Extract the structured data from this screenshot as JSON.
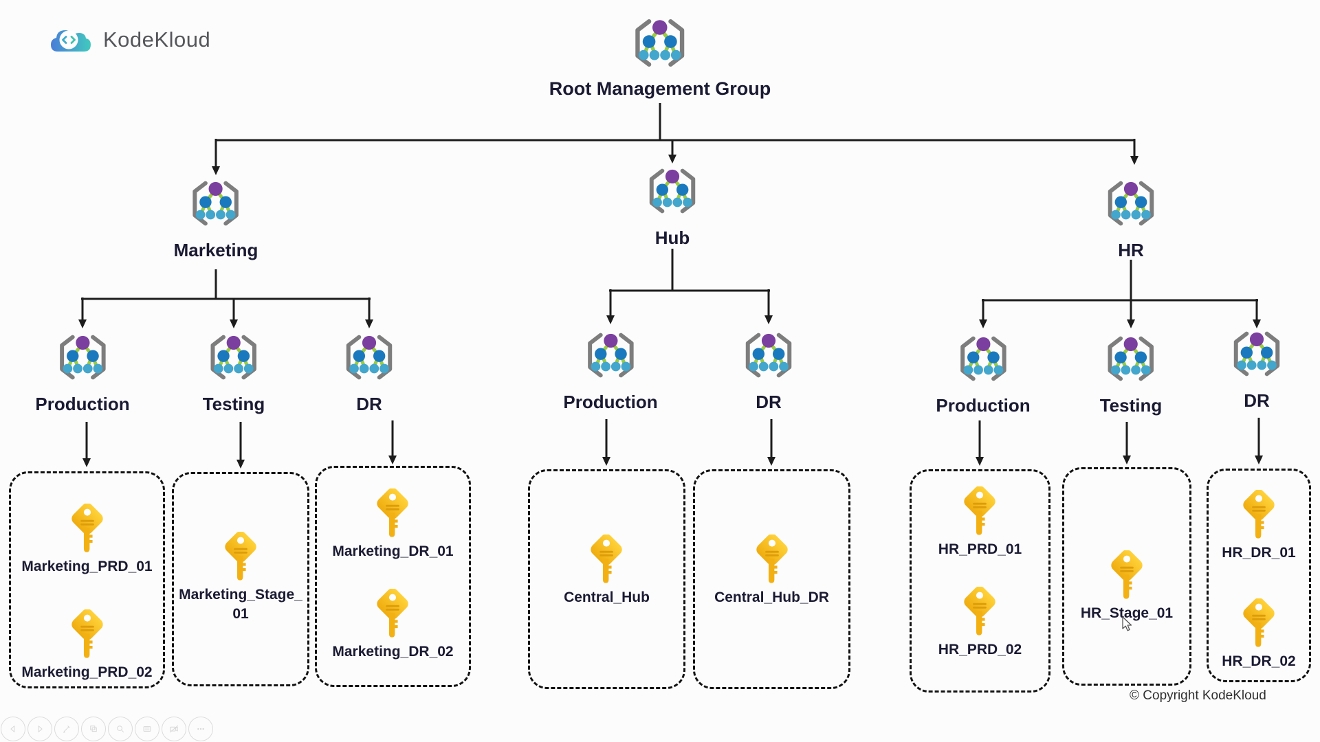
{
  "logo": {
    "text": "KodeKloud",
    "icon": "kodekloud-cloud-code-icon"
  },
  "diagram": {
    "title": "Azure management group hierarchy",
    "nodes": [
      {
        "id": "root",
        "label": "Root Management Group"
      },
      {
        "id": "marketing",
        "label": "Marketing"
      },
      {
        "id": "hub",
        "label": "Hub"
      },
      {
        "id": "hr",
        "label": "HR"
      },
      {
        "id": "m-prod",
        "label": "Production"
      },
      {
        "id": "m-test",
        "label": "Testing"
      },
      {
        "id": "m-dr",
        "label": "DR"
      },
      {
        "id": "hub-prod",
        "label": "Production"
      },
      {
        "id": "hub-dr",
        "label": "DR"
      },
      {
        "id": "hr-prod",
        "label": "Production"
      },
      {
        "id": "hr-test",
        "label": "Testing"
      },
      {
        "id": "hr-dr",
        "label": "DR"
      }
    ],
    "hierarchy": {
      "Root Management Group": {
        "Marketing": [
          "Production",
          "Testing",
          "DR"
        ],
        "Hub": [
          "Production",
          "DR"
        ],
        "HR": [
          "Production",
          "Testing",
          "DR"
        ]
      }
    },
    "vaults": [
      {
        "id": "m-prd-box",
        "parent": "m-prod",
        "keys": [
          "Marketing_PRD_01",
          "Marketing_PRD_02"
        ]
      },
      {
        "id": "m-stage-box",
        "parent": "m-test",
        "keys": [
          "Marketing_Stage_01"
        ]
      },
      {
        "id": "m-dr-box",
        "parent": "m-dr",
        "keys": [
          "Marketing_DR_01",
          "Marketing_DR_02"
        ]
      },
      {
        "id": "hub-prd-box",
        "parent": "hub-prod",
        "keys": [
          "Central_Hub"
        ]
      },
      {
        "id": "hub-dr-box",
        "parent": "hub-dr",
        "keys": [
          "Central_Hub_DR"
        ]
      },
      {
        "id": "hr-prd-box",
        "parent": "hr-prod",
        "keys": [
          "HR_PRD_01",
          "HR_PRD_02"
        ]
      },
      {
        "id": "hr-stage-box",
        "parent": "hr-test",
        "keys": [
          "HR_Stage_01"
        ]
      },
      {
        "id": "hr-dr-box",
        "parent": "hr-dr",
        "keys": [
          "HR_DR_01",
          "HR_DR_02"
        ]
      }
    ]
  },
  "toolbar": {
    "buttons": [
      "previous-slide",
      "next-slide",
      "pen",
      "slides-overview",
      "zoom-search",
      "keyboard-shortcuts",
      "camera-off",
      "more-options"
    ]
  },
  "footer": {
    "copyright": "© Copyright KodeKloud"
  },
  "colors": {
    "background": "#fcfcfc",
    "label_text": "#1a1a33",
    "line": "#1c1c1c",
    "bracket_gray": "#7d7d7d",
    "tree_purple": "#7b3f9f",
    "tree_blue": "#1a79be",
    "tree_cyan": "#43a6cc",
    "tree_green": "#9bcb3d",
    "key_gold": "#fbc11c",
    "key_gold_dark": "#e8a40f",
    "logo_blue": "#4a7ed8",
    "logo_teal": "#41c9be"
  }
}
